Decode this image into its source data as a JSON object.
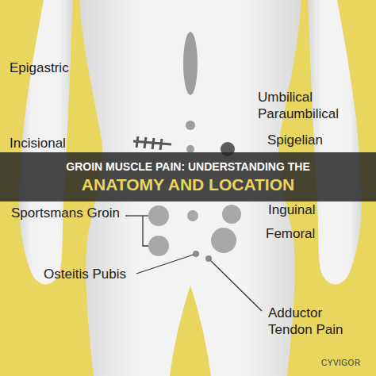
{
  "diagram": {
    "nodes": [
      {
        "text": [
          "GROIN MUSCLE PAIN: UNDERSTANDING THE",
          "ANATOMY AND LOCATION"
        ]
      }
    ],
    "labels": [
      "Epigastric",
      "Umbilical Paraumbilical",
      "Incisional",
      "Spigelian",
      "Sportsmans Groin",
      "Inguinal",
      "Femoral",
      "Osteitis Pubis",
      "Adductor Tendon Pain",
      "CYVIGOR"
    ]
  }
}
